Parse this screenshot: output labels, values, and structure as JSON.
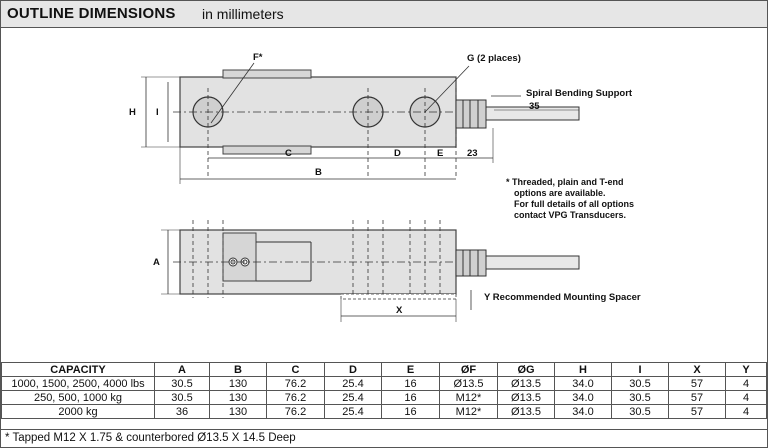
{
  "header": {
    "title": "OUTLINE DIMENSIONS",
    "subtitle": "in millimeters"
  },
  "drawing": {
    "top_view": {
      "label_H": "H",
      "label_I": "I",
      "label_F": "F*",
      "label_G": "G (2 places)",
      "label_C": "C",
      "label_D": "D",
      "label_E": "E",
      "label_23": "23",
      "label_B": "B",
      "support_label": "Spiral Bending Support",
      "support_dim": "35"
    },
    "side_view": {
      "label_A": "A",
      "label_X": "X",
      "spacer_label": "Y Recommended Mounting Spacer"
    },
    "note_lines": [
      "* Threaded, plain and T-end",
      "options are available.",
      "For full details of all options",
      "contact VPG Transducers."
    ]
  },
  "table": {
    "headers": [
      "CAPACITY",
      "A",
      "B",
      "C",
      "D",
      "E",
      "ØF",
      "ØG",
      "H",
      "I",
      "X",
      "Y"
    ],
    "rows": [
      [
        "1000, 1500, 2500, 4000 lbs",
        "30.5",
        "130",
        "76.2",
        "25.4",
        "16",
        "Ø13.5",
        "Ø13.5",
        "34.0",
        "30.5",
        "57",
        "4"
      ],
      [
        "250, 500, 1000 kg",
        "30.5",
        "130",
        "76.2",
        "25.4",
        "16",
        "M12*",
        "Ø13.5",
        "34.0",
        "30.5",
        "57",
        "4"
      ],
      [
        "2000 kg",
        "36",
        "130",
        "76.2",
        "25.4",
        "16",
        "M12*",
        "Ø13.5",
        "34.0",
        "30.5",
        "57",
        "4"
      ]
    ]
  },
  "footnote": "* Tapped M12 X 1.75 & counterbored Ø13.5 X 14.5 Deep"
}
